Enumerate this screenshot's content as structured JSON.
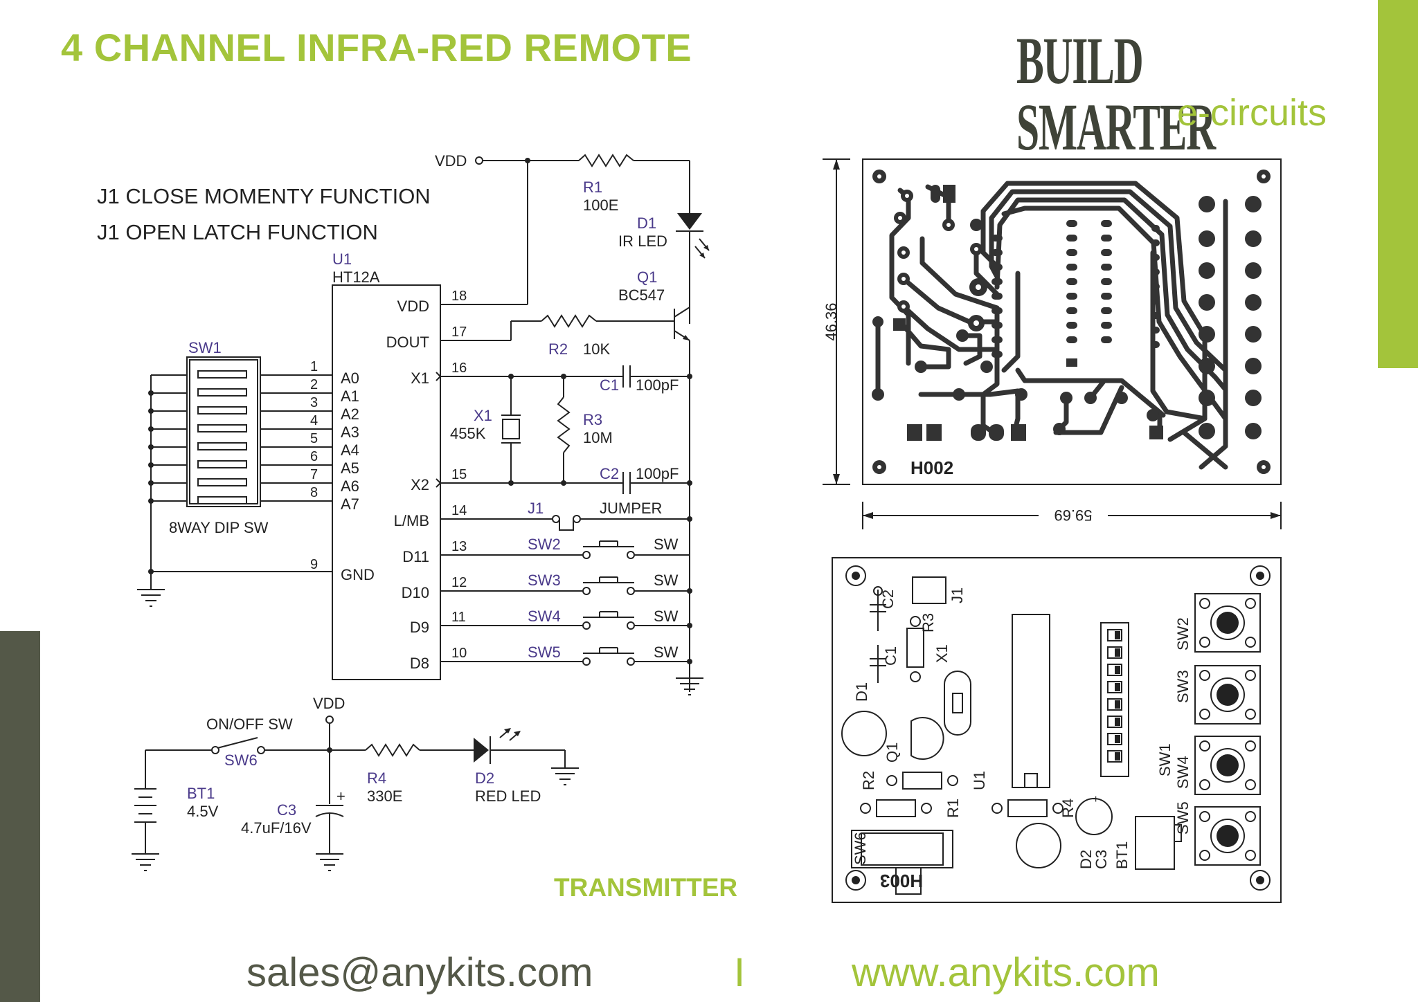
{
  "header": {
    "title": "4 CHANNEL INFRA-RED REMOTE",
    "brand": "BUILD SMARTER",
    "brand_sub": "e-circuits"
  },
  "notes": [
    "J1 CLOSE MOMENTY FUNCTION",
    "J1 OPEN LATCH FUNCTION"
  ],
  "schematic": {
    "vdd": "VDD",
    "u1": {
      "ref": "U1",
      "part": "HT12A"
    },
    "u1_pins_left": [
      "A0",
      "A1",
      "A2",
      "A3",
      "A4",
      "A5",
      "A6",
      "A7",
      "GND"
    ],
    "u1_pins_right": [
      "VDD",
      "DOUT",
      "X1",
      "X2",
      "L/MB",
      "D11",
      "D10",
      "D9",
      "D8"
    ],
    "pin_numbers_left": [
      "1",
      "2",
      "3",
      "4",
      "5",
      "6",
      "7",
      "8",
      "9"
    ],
    "pin_numbers_right": [
      "18",
      "17",
      "16",
      "15",
      "14",
      "13",
      "12",
      "11",
      "10"
    ],
    "sw1": {
      "ref": "SW1",
      "desc": "8WAY DIP SW"
    },
    "r1": {
      "ref": "R1",
      "value": "100E"
    },
    "d1": {
      "ref": "D1",
      "desc": "IR LED"
    },
    "q1": {
      "ref": "Q1",
      "part": "BC547"
    },
    "r2": {
      "ref": "R2",
      "value": "10K"
    },
    "c1": {
      "ref": "C1",
      "value": "100pF"
    },
    "c2": {
      "ref": "C2",
      "value": "100pF"
    },
    "x1": {
      "ref": "X1",
      "value": "455K"
    },
    "r3": {
      "ref": "R3",
      "value": "10M"
    },
    "j1": {
      "ref": "J1",
      "desc": "JUMPER"
    },
    "switches": [
      {
        "ref": "SW2",
        "label": "SW"
      },
      {
        "ref": "SW3",
        "label": "SW"
      },
      {
        "ref": "SW4",
        "label": "SW"
      },
      {
        "ref": "SW5",
        "label": "SW"
      }
    ],
    "power": {
      "switch_label": "ON/OFF SW",
      "sw6": "SW6",
      "bt1": {
        "ref": "BT1",
        "value": "4.5V"
      },
      "c3": {
        "ref": "C3",
        "value": "4.7uF/16V"
      },
      "r4": {
        "ref": "R4",
        "value": "330E"
      },
      "d2": {
        "ref": "D2",
        "desc": "RED LED"
      },
      "plus": "+"
    }
  },
  "pcb": {
    "board_id": "H002",
    "dim_height": "46.36",
    "dim_width": "59.69"
  },
  "layout_board": {
    "board_id": "H003",
    "labels": [
      "C2",
      "J1",
      "R3",
      "C1",
      "X1",
      "D1",
      "Q1",
      "R2",
      "U1",
      "R1",
      "R4",
      "D2",
      "C3",
      "BT1",
      "SW6",
      "SW1",
      "SW2",
      "SW3",
      "SW4",
      "SW5",
      "+"
    ]
  },
  "transmitter_label": "TRANSMITTER",
  "footer": {
    "email": "sales@anykits.com",
    "separator": "I",
    "website": "www.anykits.com"
  },
  "colors": {
    "accent": "#a3c43b",
    "dark": "#545848",
    "purple_ref": "#4a3a8a"
  }
}
